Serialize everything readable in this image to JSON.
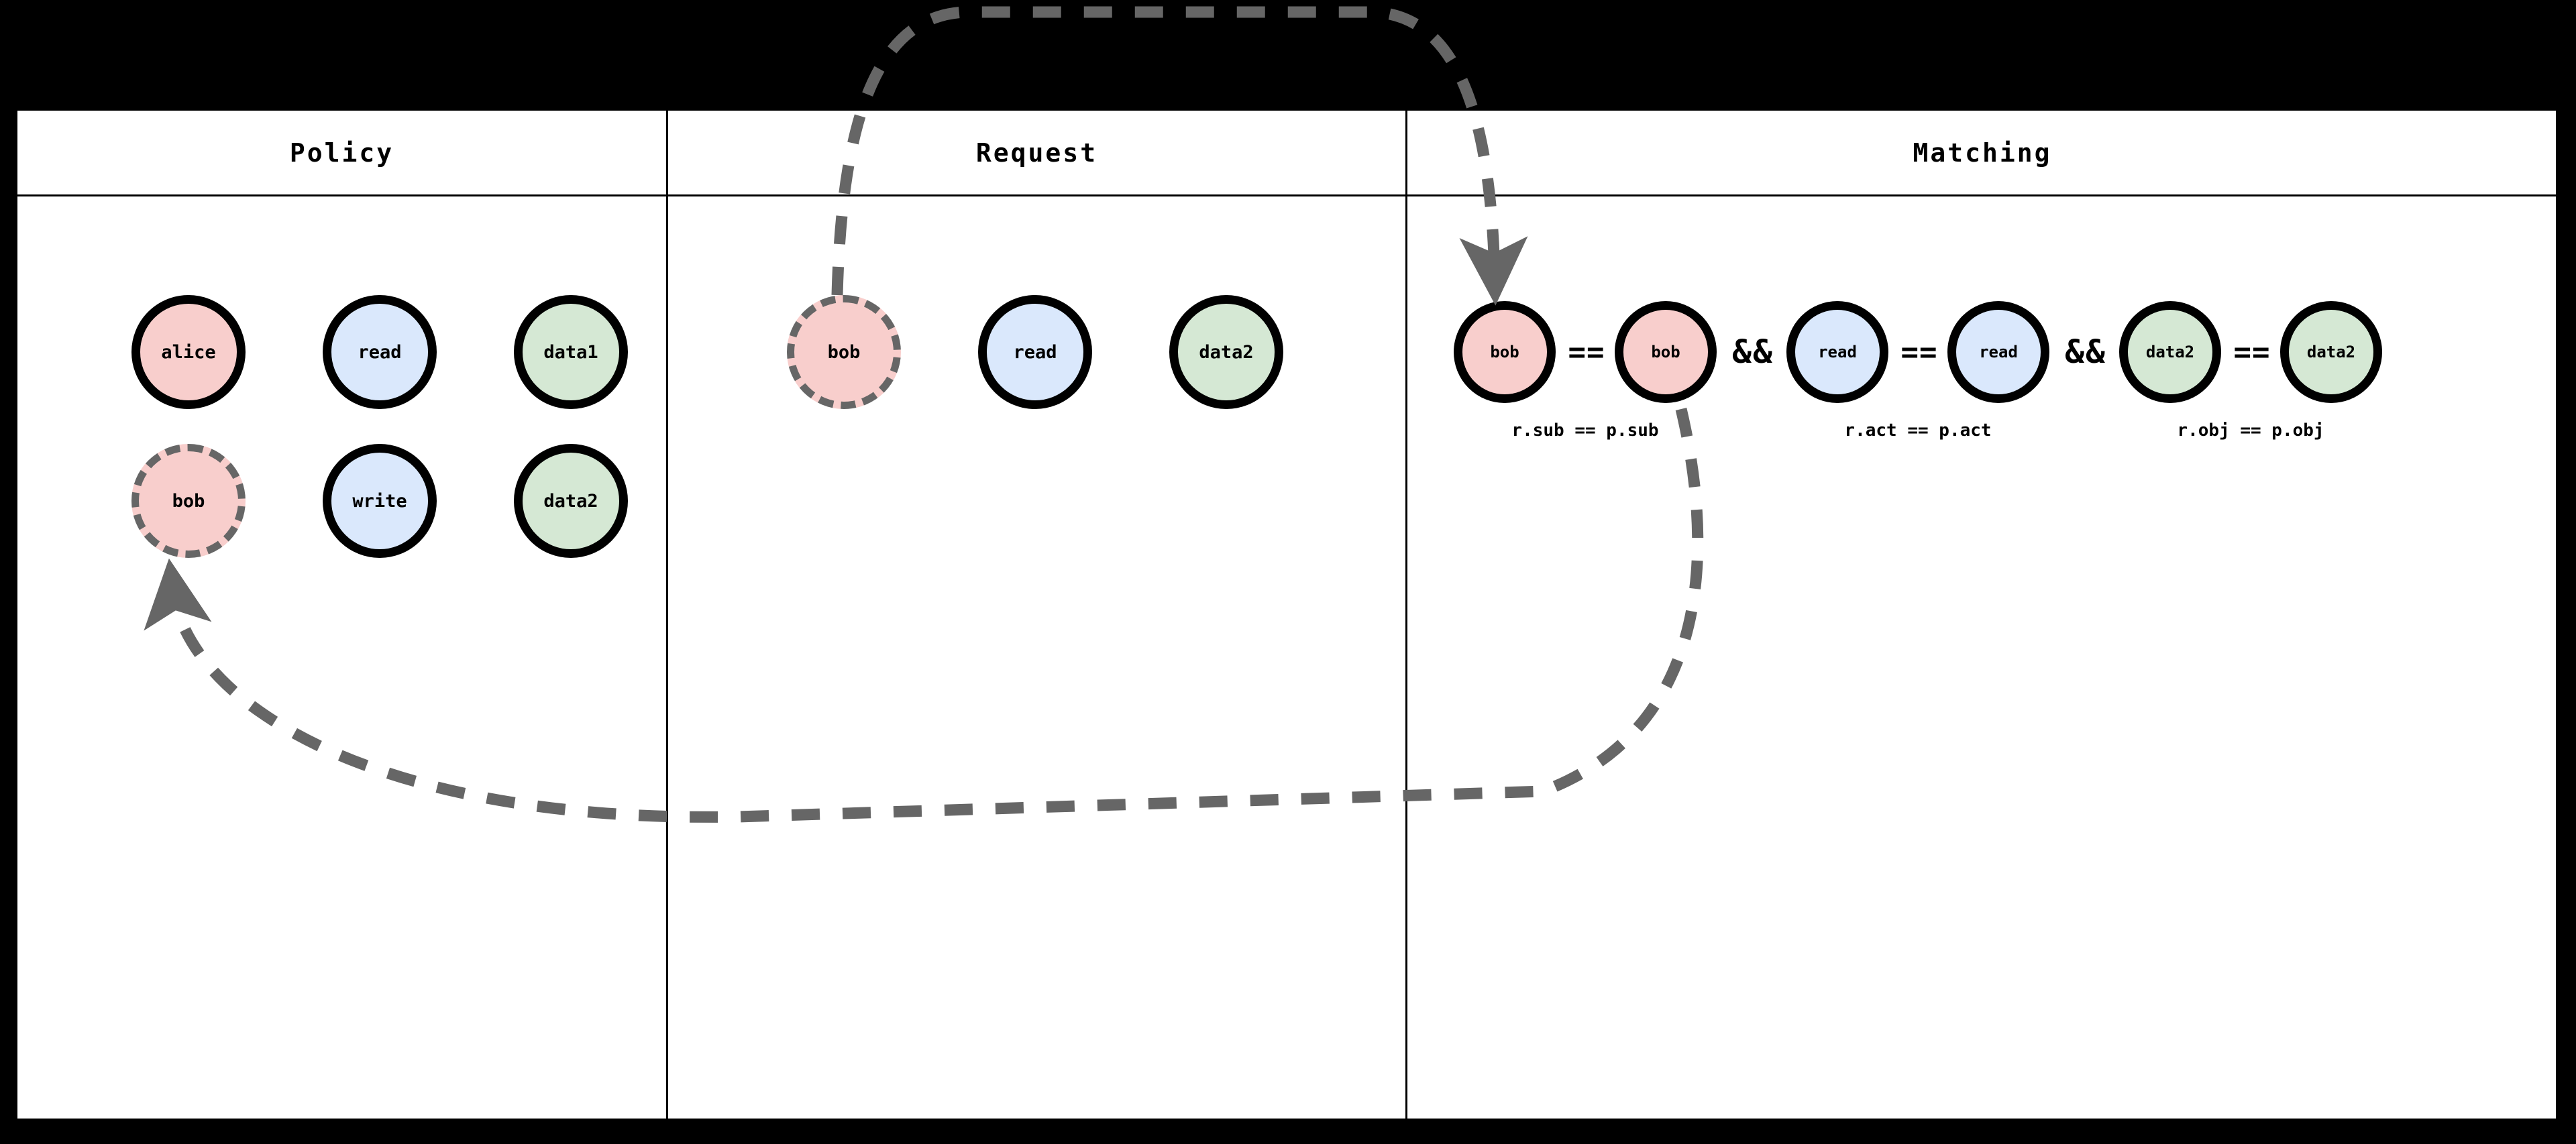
{
  "diagram": {
    "title": "Policy / Request / Matching",
    "background_color": "#000000",
    "frame_color": "#ffffff",
    "columns": [
      {
        "id": "policy",
        "header": "Policy"
      },
      {
        "id": "request",
        "header": "Request"
      },
      {
        "id": "matching",
        "header": "Matching"
      }
    ],
    "colors": {
      "subject_fill": "#f8cecc",
      "action_fill": "#dae8fc",
      "object_fill": "#d5e8d4",
      "node_stroke": "#000000",
      "highlight_stroke": "#666666",
      "arrow_color": "#666666"
    }
  },
  "policy": {
    "header": "Policy",
    "rows": [
      {
        "row_id": "policy-rule-1",
        "nodes": [
          {
            "id": "p1-sub",
            "label": "alice",
            "kind": "subject",
            "fill": "#f8cecc",
            "highlighted": false
          },
          {
            "id": "p1-act",
            "label": "read",
            "kind": "action",
            "fill": "#dae8fc",
            "highlighted": false
          },
          {
            "id": "p1-obj",
            "label": "data1",
            "kind": "object",
            "fill": "#d5e8d4",
            "highlighted": false
          }
        ]
      },
      {
        "row_id": "policy-rule-2",
        "nodes": [
          {
            "id": "p2-sub",
            "label": "bob",
            "kind": "subject",
            "fill": "#f8cecc",
            "highlighted": true
          },
          {
            "id": "p2-act",
            "label": "write",
            "kind": "action",
            "fill": "#dae8fc",
            "highlighted": false
          },
          {
            "id": "p2-obj",
            "label": "data2",
            "kind": "object",
            "fill": "#d5e8d4",
            "highlighted": false
          }
        ]
      }
    ]
  },
  "request": {
    "header": "Request",
    "nodes": [
      {
        "id": "r-sub",
        "label": "bob",
        "kind": "subject",
        "fill": "#f8cecc",
        "highlighted": true
      },
      {
        "id": "r-act",
        "label": "read",
        "kind": "action",
        "fill": "#dae8fc",
        "highlighted": false
      },
      {
        "id": "r-obj",
        "label": "data2",
        "kind": "object",
        "fill": "#d5e8d4",
        "highlighted": false
      }
    ]
  },
  "matching": {
    "header": "Matching",
    "groups": [
      {
        "id": "match-sub",
        "left": {
          "id": "m-sub-req",
          "label": "bob",
          "fill": "#f8cecc"
        },
        "operator": "==",
        "right": {
          "id": "m-sub-pol",
          "label": "bob",
          "fill": "#f8cecc"
        },
        "caption": "r.sub == p.sub",
        "joiner_after": "&&"
      },
      {
        "id": "match-act",
        "left": {
          "id": "m-act-req",
          "label": "read",
          "fill": "#dae8fc"
        },
        "operator": "==",
        "right": {
          "id": "m-act-pol",
          "label": "read",
          "fill": "#dae8fc"
        },
        "caption": "r.act == p.act",
        "joiner_after": "&&"
      },
      {
        "id": "match-obj",
        "left": {
          "id": "m-obj-req",
          "label": "data2",
          "fill": "#d5e8d4"
        },
        "operator": "==",
        "right": {
          "id": "m-obj-pol",
          "label": "data2",
          "fill": "#d5e8d4"
        },
        "caption": "r.obj == p.obj",
        "joiner_after": ""
      }
    ]
  },
  "arrows": [
    {
      "id": "arrow-request-to-matching",
      "from": "request.bob",
      "to": "matching.bob-left",
      "style": "dashed",
      "color": "#666666"
    },
    {
      "id": "arrow-matching-to-policy",
      "from": "matching.bob-right",
      "to": "policy.bob",
      "style": "dashed",
      "color": "#666666"
    }
  ]
}
